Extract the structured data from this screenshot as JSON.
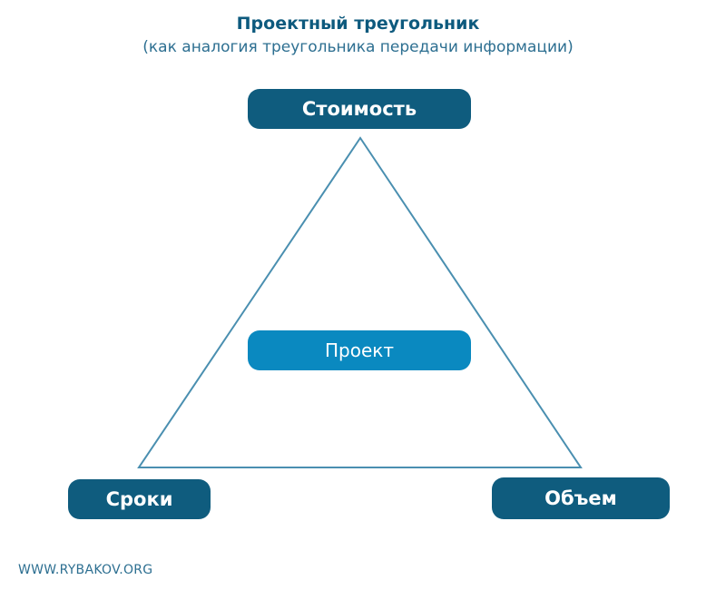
{
  "diagram": {
    "title": "Проектный треугольник",
    "subtitle": "(как аналогия треугольника передачи информации)",
    "nodes": {
      "cost": "Стоимость",
      "project": "Проект",
      "time": "Сроки",
      "scope": "Объем"
    },
    "footer": "WWW.RYBAKOV.ORG"
  },
  "colors": {
    "title": "#0d5a7e",
    "node_dark": "#0f5c7e",
    "node_light": "#0a89c0",
    "triangle_stroke": "#4a8fb0"
  }
}
